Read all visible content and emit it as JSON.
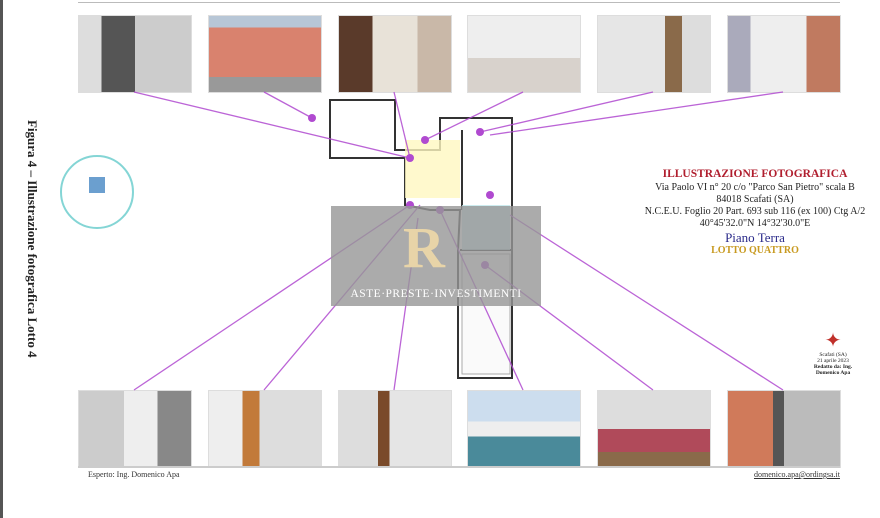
{
  "caption": "Figura 4 – Illustrazione fotografica Lotto 4",
  "info": {
    "title": "ILLUSTRAZIONE FOTOGRAFICA",
    "address": "Via Paolo VI n° 20 c/o \"Parco San Pietro\" scala B",
    "city": "84018 Scafati (SA)",
    "cadastre": "N.C.E.U. Foglio 20 Part. 693 sub 116 (ex 100) Ctg A/2",
    "coords": "40°45'32.0\"N 14°32'30.0\"E",
    "floor": "Piano Terra",
    "lot": "LOTTO QUATTRO"
  },
  "watermark": {
    "text": "ASTE·PRESTE·INVESTIMENTI"
  },
  "compass": {
    "place": "Scafati (SA)",
    "date": "21 aprile 2023",
    "author": "Redatto da: Ing. Domenico Apa"
  },
  "footer": {
    "left": "Esperto: Ing. Domenico Apa",
    "right": "domenico.apa@ordingsa.it"
  },
  "colors": {
    "lines": "#b04ad0",
    "title": "#b01e2e",
    "floor": "#2a2a8a",
    "lot": "#c89a20"
  }
}
